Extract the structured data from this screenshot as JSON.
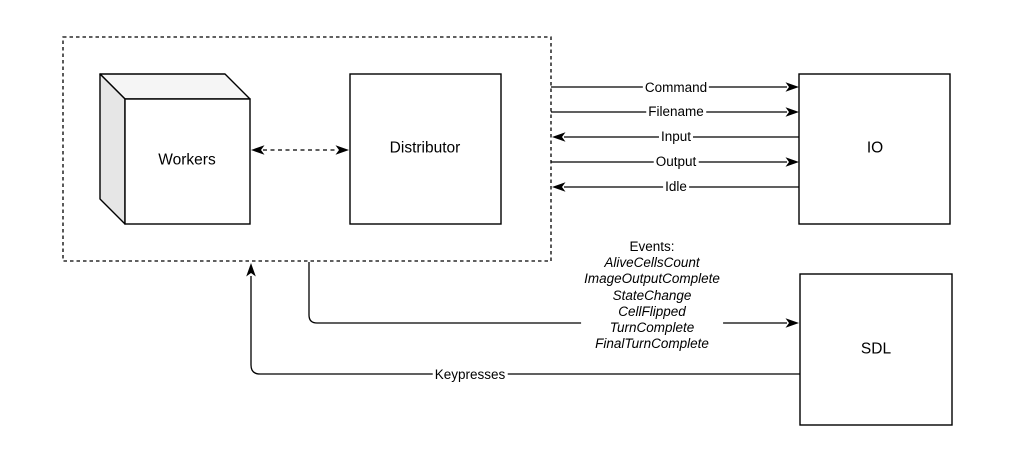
{
  "diagram": {
    "nodes": {
      "workers": {
        "label": "Workers",
        "shape": "cube"
      },
      "distributor": {
        "label": "Distributor",
        "shape": "rectangle"
      },
      "io": {
        "label": "IO",
        "shape": "rectangle"
      },
      "sdl": {
        "label": "SDL",
        "shape": "rectangle"
      }
    },
    "edges": {
      "workers_distributor": {
        "label": "",
        "style": "dashed-bidirectional"
      },
      "command": {
        "label": "Command",
        "direction": "to-io"
      },
      "filename": {
        "label": "Filename",
        "direction": "to-io"
      },
      "input": {
        "label": "Input",
        "direction": "from-io"
      },
      "output": {
        "label": "Output",
        "direction": "to-io"
      },
      "idle": {
        "label": "Idle",
        "direction": "from-io"
      },
      "events": {
        "direction": "to-sdl"
      },
      "keypresses": {
        "label": "Keypresses",
        "direction": "from-sdl"
      }
    },
    "events": {
      "title": "Events:",
      "items": [
        "AliveCellsCount",
        "ImageOutputComplete",
        "StateChange",
        "CellFlipped",
        "TurnComplete",
        "FinalTurnComplete"
      ]
    },
    "colors": {
      "stroke": "#000000",
      "fill": "#ffffff",
      "cube_top_shade": "#f5f5f5",
      "cube_side_shade": "#e6e6e6",
      "background": "#ffffff"
    }
  }
}
